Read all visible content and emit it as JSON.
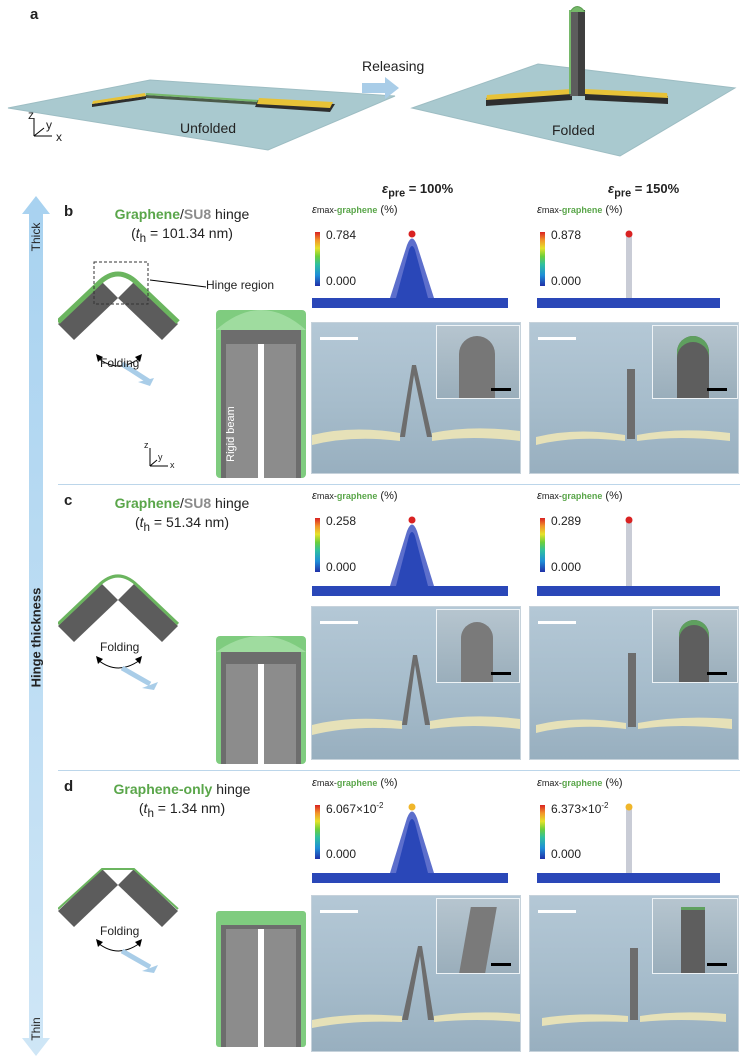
{
  "panel_a": {
    "letter": "a",
    "releasing": "Releasing",
    "unfolded": "Unfolded",
    "folded": "Folded",
    "axes": {
      "z": "z",
      "y": "y",
      "x": "x"
    }
  },
  "columns": {
    "eps_symbol": "ε",
    "eps_sub": "pre",
    "col1": "= 100%",
    "col2": "= 150%"
  },
  "side_axis": {
    "thick": "Thick",
    "label": "Hinge thickness",
    "thin": "Thin"
  },
  "colorbar": {
    "eps_symbol": "ε",
    "sub_max": "max-",
    "sub_graphene": "graphene",
    "unit": "(%)",
    "min": "0.000"
  },
  "panels": [
    {
      "letter": "b",
      "title_g": "Graphene",
      "title_slash": "/",
      "title_s": "SU8",
      "title_rest": " hinge",
      "th_prefix": "(",
      "th_t": "t",
      "th_sub": "h",
      "th_value": " = 101.34 nm)",
      "max1": "0.784",
      "max2": "0.878",
      "folding": "Folding",
      "hinge_region": "Hinge region",
      "rigid_beam": "Rigid beam",
      "axes": {
        "z": "z",
        "y": "y",
        "x": "x"
      }
    },
    {
      "letter": "c",
      "title_g": "Graphene",
      "title_slash": "/",
      "title_s": "SU8",
      "title_rest": " hinge",
      "th_prefix": "(",
      "th_t": "t",
      "th_sub": "h",
      "th_value": " = 51.34 nm)",
      "max1": "0.258",
      "max2": "0.289",
      "folding": "Folding"
    },
    {
      "letter": "d",
      "title_g": "Graphene-only",
      "title_rest": " hinge",
      "th_prefix": "(",
      "th_t": "t",
      "th_sub": "h",
      "th_value": " = 1.34 nm)",
      "max1": "6.067×10",
      "max1_exp": "-2",
      "max2": "6.373×10",
      "max2_exp": "-2",
      "folding": "Folding"
    }
  ]
}
